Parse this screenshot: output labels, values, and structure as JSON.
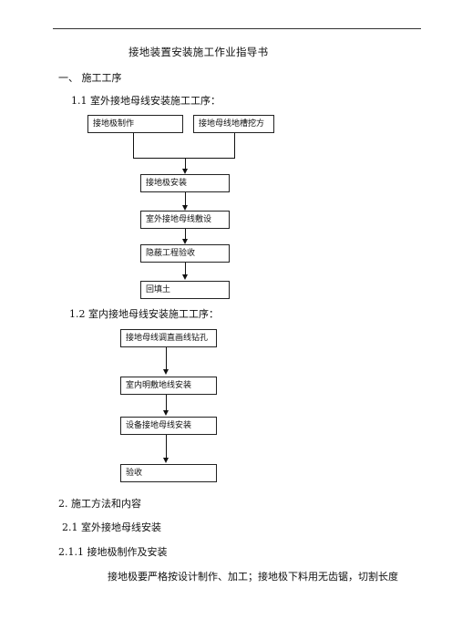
{
  "doc": {
    "title": "接地装置安装施工作业指导书",
    "section1_heading": "一、  施工工序",
    "sub_1_1": "1.1  室外接地母线安装施工工序：",
    "flow1": {
      "top_left": "接地极制作",
      "top_right": "接地母线地槽挖方",
      "steps": [
        "接地极安装",
        "室外接地母线敷设",
        "隐蔽工程验收",
        "回填土"
      ]
    },
    "sub_1_2": "1.2  室内接地母线安装施工工序：",
    "flow2": {
      "steps": [
        "接地母线调直画线钻孔",
        "室内明敷地线安装",
        "设备接地母线安装",
        "验收"
      ]
    },
    "section2_heading": "2.  施工方法和内容",
    "sub_2_1": "2.1  室外接地母线安装",
    "sub_2_1_1": "2.1.1 接地极制作及安装",
    "para": "接地极要严格按设计制作、加工；接地极下料用无齿锯，切割长度"
  }
}
